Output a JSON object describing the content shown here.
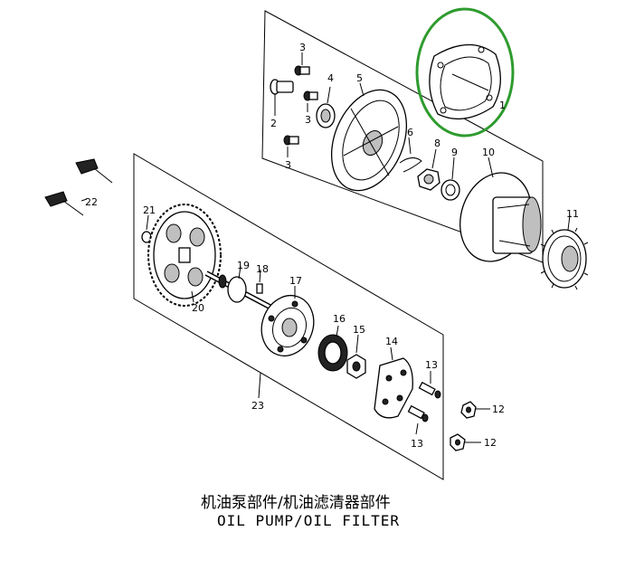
{
  "title_cn": "机油泵部件/机油滤清器部件",
  "title_en": "OIL PUMP/OIL FILTER",
  "highlight_color": "#2e9b2e",
  "parts": {
    "p1": "1",
    "p2": "2",
    "p3a": "3",
    "p3b": "3",
    "p3c": "3",
    "p4": "4",
    "p5": "5",
    "p6": "6",
    "p8": "8",
    "p9": "9",
    "p10": "10",
    "p11": "11",
    "p12a": "12",
    "p12b": "12",
    "p13a": "13",
    "p13b": "13",
    "p14": "14",
    "p15": "15",
    "p16": "16",
    "p17": "17",
    "p18": "18",
    "p19": "19",
    "p20": "20",
    "p21": "21",
    "p22": "22",
    "p23": "23"
  }
}
